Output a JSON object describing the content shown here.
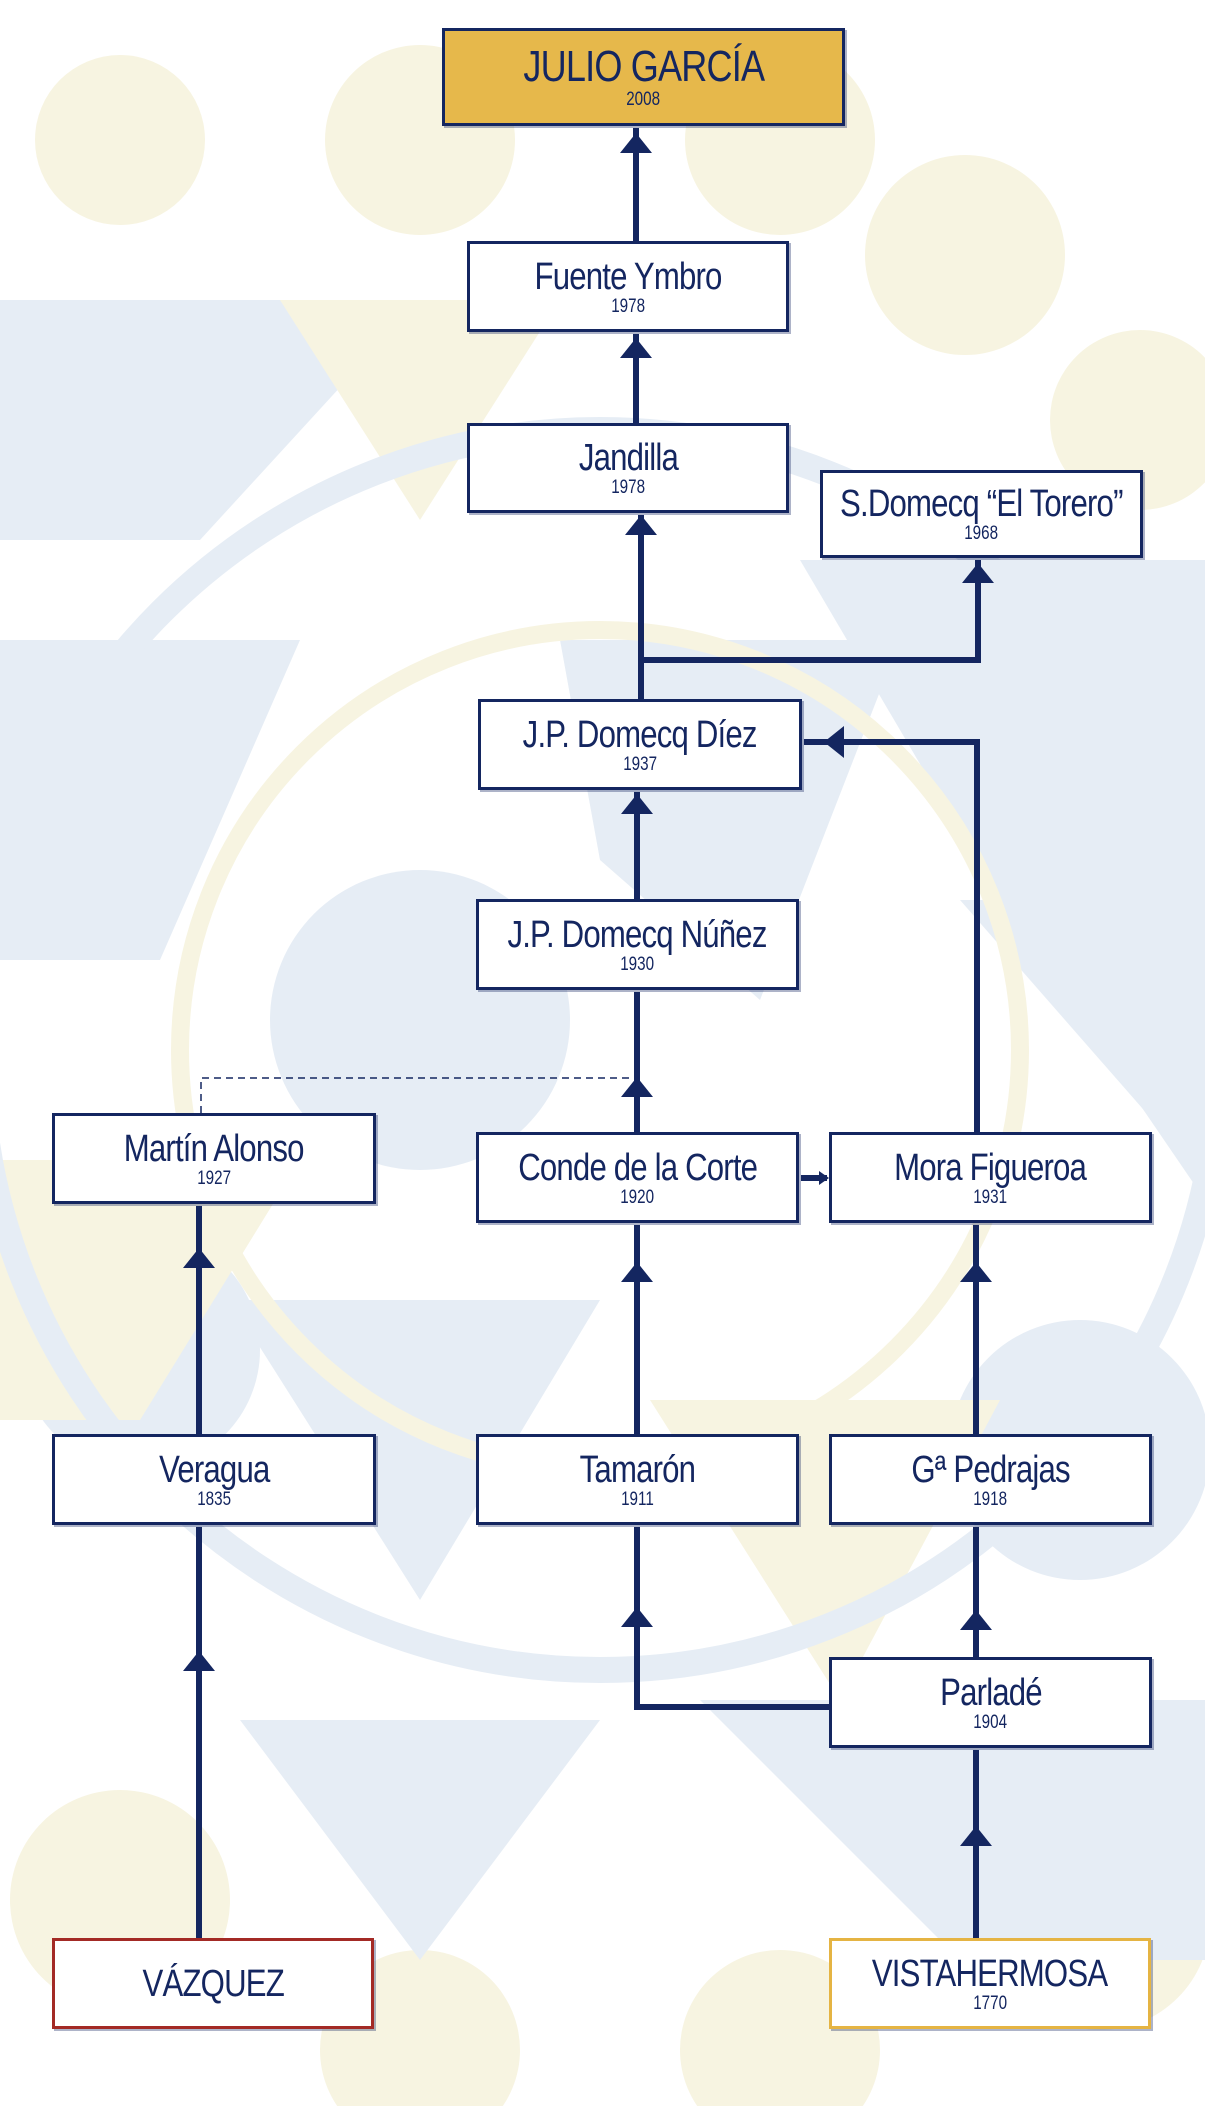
{
  "colors": {
    "line": "#142660",
    "text": "#142660",
    "root_fill": "#e6b84b",
    "origin_red": "#a32a25",
    "origin_gold": "#e5b443",
    "bg_blue": "#e6edf5",
    "bg_yellow": "#f7f4e1"
  },
  "nodes": {
    "julio_garcia": {
      "name": "JULIO GARCÍA",
      "year": "2008"
    },
    "fuente_ymbro": {
      "name": "Fuente Ymbro",
      "year": "1978"
    },
    "jandilla": {
      "name": "Jandilla",
      "year": "1978"
    },
    "sdomecq_torero": {
      "name": "S.Domecq “El Torero”",
      "year": "1968"
    },
    "jp_domecq_diez": {
      "name": "J.P. Domecq Díez",
      "year": "1937"
    },
    "jp_domecq_nunez": {
      "name": "J.P. Domecq Núñez",
      "year": "1930"
    },
    "martin_alonso": {
      "name": "Martín Alonso",
      "year": "1927"
    },
    "conde_corte": {
      "name": "Conde de la Corte",
      "year": "1920"
    },
    "mora_figueroa": {
      "name": "Mora Figueroa",
      "year": "1931"
    },
    "veragua": {
      "name": "Veragua",
      "year": "1835"
    },
    "tamaron": {
      "name": "Tamarón",
      "year": "1911"
    },
    "ga_pedrajas": {
      "name": "Gª Pedrajas",
      "year": "1918"
    },
    "parlade": {
      "name": "Parladé",
      "year": "1904"
    },
    "vazquez": {
      "name": "VÁZQUEZ",
      "year": ""
    },
    "vistahermosa": {
      "name": "VISTAHERMOSA",
      "year": "1770"
    }
  }
}
